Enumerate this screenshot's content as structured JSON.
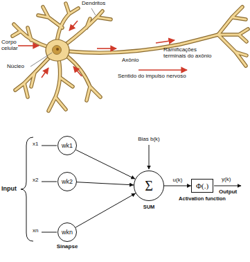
{
  "diagram": {
    "nodes": [
      {
        "text": [
          "wk1"
        ]
      },
      {
        "text": [
          "wk2"
        ]
      },
      {
        "text": [
          "wkn"
        ]
      },
      {
        "text": [
          "Σ",
          "SUM"
        ]
      },
      {
        "text": [
          "Φ(.)",
          "Activation function"
        ]
      }
    ],
    "edges": [
      {
        "from": 0,
        "to": 3,
        "arrow": "to"
      },
      {
        "from": 1,
        "to": 3,
        "arrow": "to"
      },
      {
        "from": 2,
        "to": 3,
        "arrow": "to"
      },
      {
        "from": 3,
        "to": 4,
        "label": "u(k)",
        "arrow": "to"
      }
    ],
    "labels": [
      "Dendritos",
      "Corpo celular",
      "Núcleo",
      "Axônio",
      "Ramificações terminais do axônio",
      "Sentido do impulso nervoso",
      "Input",
      "x1",
      "x2",
      "xn",
      "Bias b(k)",
      "Sinapse",
      "y(k)",
      "Output"
    ]
  }
}
